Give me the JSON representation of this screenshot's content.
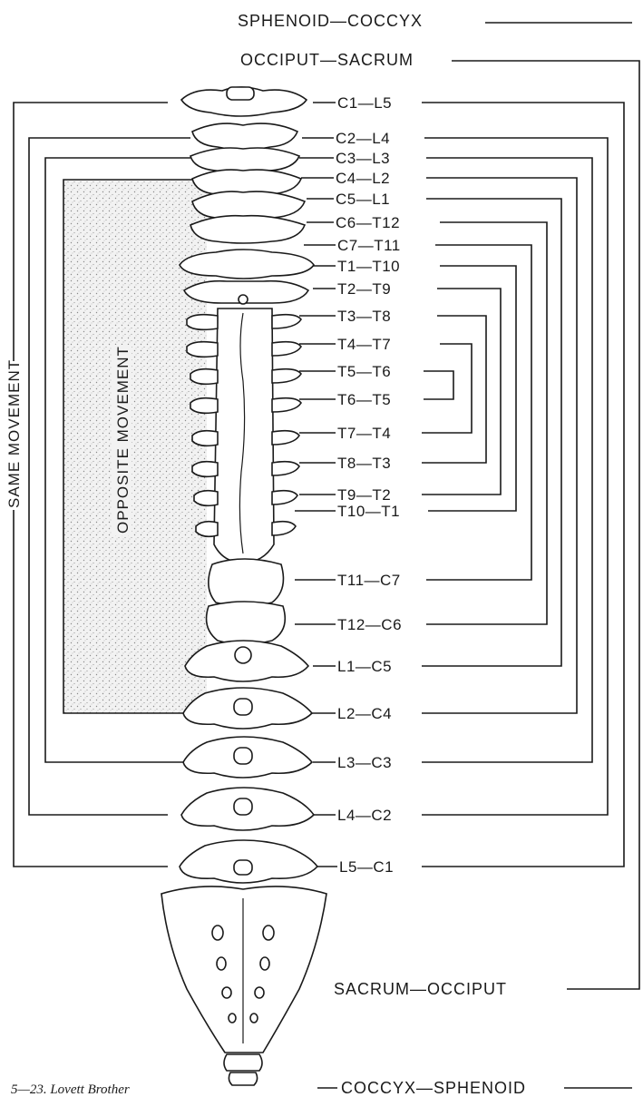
{
  "top_labels": {
    "sphenoid_coccyx": "SPHENOID—COCCYX",
    "occiput_sacrum": "OCCIPUT—SACRUM"
  },
  "pairs": [
    "C1—L5",
    "C2—L4",
    "C3—L3",
    "C4—L2",
    "C5—L1",
    "C6—T12",
    "C7—T11",
    "T1—T10",
    "T2—T9",
    "T3—T8",
    "T4—T7",
    "T5—T6",
    "T6—T5",
    "T7—T4",
    "T8—T3",
    "T9—T2",
    "T10—T1",
    "T11—C7",
    "T12—C6",
    "L1—C5",
    "L2—C4",
    "L3—C3",
    "L4—C2",
    "L5—C1"
  ],
  "bottom_labels": {
    "sacrum_occiput": "SACRUM—OCCIPUT",
    "coccyx_sphenoid": "COCCYX—SPHENOID"
  },
  "side_labels": {
    "same_movement": "SAME MOVEMENT",
    "opposite_movement": "OPPOSITE MOVEMENT"
  },
  "caption": "5—23. Lovett Brother"
}
